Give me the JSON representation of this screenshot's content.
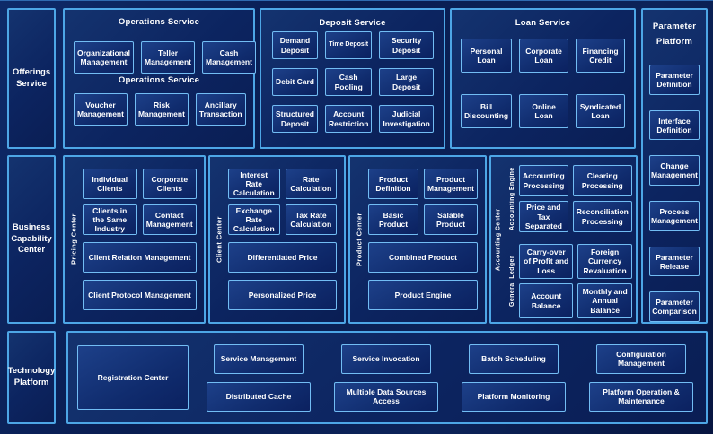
{
  "colors": {
    "page-bg": "#0a1d50",
    "panel-border": "#4da6e6",
    "box-border": "#72bdf4",
    "box-fill": "#102c6e",
    "text": "#ffffff"
  },
  "left_rail": {
    "offerings": "Offerings Service",
    "business": "Business Capability Center",
    "technology": "Technology Platform"
  },
  "operations": {
    "title": "Operations Service",
    "mid_label": "Operations Service",
    "row1": [
      "Organizational Management",
      "Teller Management",
      "Cash Management"
    ],
    "row2": [
      "Voucher Management",
      "Risk Management",
      "Ancillary Transaction"
    ]
  },
  "deposit": {
    "title": "Deposit Service",
    "items": [
      "Demand Deposit",
      "Time Deposit",
      "Security Deposit",
      "Debit Card",
      "Cash Pooling",
      "Large Deposit",
      "Structured Deposit",
      "Account Restriction",
      "Judicial Investigation"
    ]
  },
  "loan": {
    "title": "Loan Service",
    "items": [
      "Personal Loan",
      "Corporate Loan",
      "Financing Credit",
      "Bill Discounting",
      "Online Loan",
      "Syndicated Loan"
    ]
  },
  "parameter": {
    "title": "Parameter Platform",
    "items": [
      "Parameter Definition",
      "Interface Definition",
      "Change Management",
      "Process Management",
      "Parameter Release",
      "Parameter Comparison"
    ]
  },
  "pricing": {
    "side_label": "Pricing Center",
    "small": [
      "Individual Clients",
      "Corporate Clients",
      "Clients in the Same Industry",
      "Contact Management"
    ],
    "wide": [
      "Client Relation Management",
      "Client Protocol Management"
    ]
  },
  "client": {
    "side_label": "Client Center",
    "small": [
      "Interest Rate Calculation",
      "Rate Calculation",
      "Exchange Rate Calculation",
      "Tax Rate Calculation"
    ],
    "wide": [
      "Differentiated Price",
      "Personalized Price"
    ]
  },
  "product": {
    "side_label": "Product Center",
    "small": [
      "Product Definition",
      "Product Management",
      "Basic Product",
      "Salable Product"
    ],
    "wide": [
      "Combined Product",
      "Product Engine"
    ]
  },
  "accounting": {
    "side_label": "Accounting Center",
    "groups": [
      {
        "label": "Accounting Engine",
        "boxes": [
          "Accounting Processing",
          "Clearing Processing",
          "Price and Tax Separated",
          "Reconciliation Processing"
        ]
      },
      {
        "label": "General Ledger",
        "boxes": [
          "Carry-over of Profit and Loss",
          "Foreign Currency Revaluation",
          "Account Balance",
          "Monthly and Annual Balance"
        ]
      }
    ]
  },
  "technology": {
    "registration": "Registration Center",
    "top_row": [
      "Service Management",
      "Service Invocation",
      "Batch Scheduling",
      "Configuration Management"
    ],
    "bottom_row": [
      "Distributed Cache",
      "Multiple Data Sources Access",
      "Platform Monitoring",
      "Platform Operation & Maintenance"
    ]
  }
}
